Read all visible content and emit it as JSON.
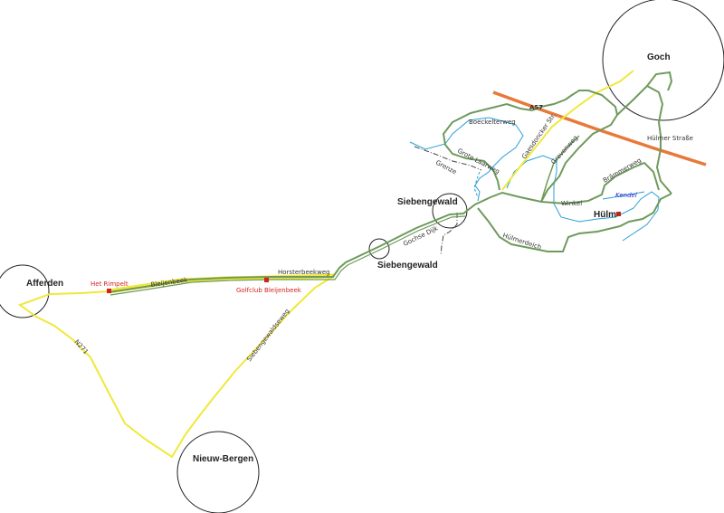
{
  "towns": {
    "goch": "Goch",
    "siebengewald_north": "Siebengewald",
    "siebengewald_south": "Siebengewald",
    "afferden": "Afferden",
    "nieuw_bergen": "Nieuw-Bergen",
    "hulm": "Hülm"
  },
  "roads": {
    "a57": "A57",
    "boeckelterweg": "Boeckelterweg",
    "gaesdoncker": "Gaesdoncker Str.",
    "grote_laarweg": "Grote Laarweg",
    "grevenweg": "Grevenweg",
    "hulmer_strasse": "Hülmer Straße",
    "brammerweg": "Brämmerweg",
    "winkel": "Winkel",
    "hulmerdeich": "Hülmerdeich",
    "gochse_dijk": "Gochse Dijk",
    "horsterbeekweg": "Horsterbeekweg",
    "bleijenbeek": "Bleijenbeek",
    "siebengewaldseweg": "Siebengewaldseweg",
    "n271": "N271"
  },
  "boundary": {
    "label": "Grenze"
  },
  "waterways": {
    "kendel": "Kendel"
  },
  "pois": {
    "het_rimpelt": "Het Rimpelt",
    "golfclub": "Golfclub Bleijenbeek"
  },
  "colors": {
    "motorway": "#e8793a",
    "main_road": "#f0e83a",
    "route": "#6f9a5c",
    "water": "#2a9fd6",
    "kendel_label": "#2222cc",
    "poi": "#d42020",
    "town_circle": "#222222",
    "boundary": "#444444"
  }
}
